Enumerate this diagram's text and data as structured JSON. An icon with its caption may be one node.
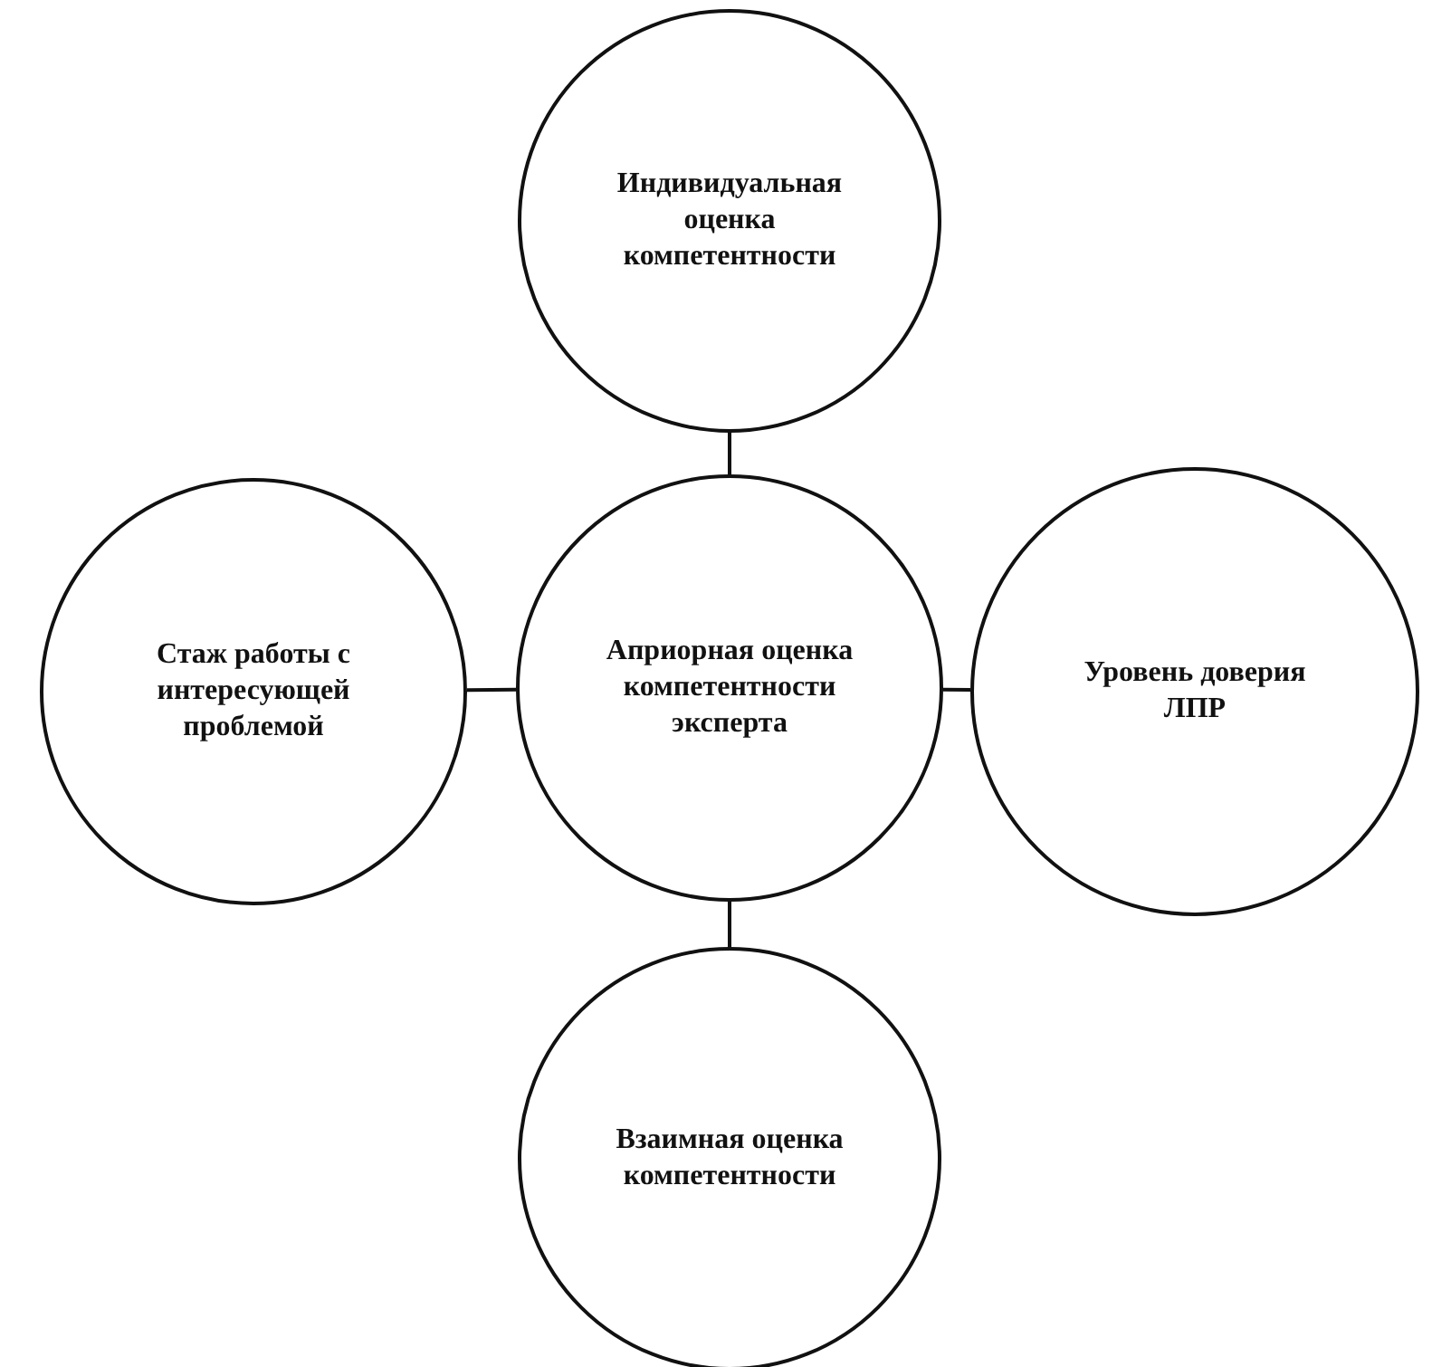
{
  "diagram": {
    "nodes": [
      {
        "text": [
          "Априорная оценка компетентности эксперта"
        ]
      },
      {
        "text": [
          "Индивидуальная оценка компетентности"
        ]
      },
      {
        "text": [
          "Стаж работы с интересующей проблемой"
        ]
      },
      {
        "text": [
          "Уровень доверия ЛПР"
        ]
      },
      {
        "text": [
          "Взаимная оценка компетентности"
        ]
      }
    ],
    "edges": [
      {
        "from": 1,
        "to": 0,
        "arrow": "none"
      },
      {
        "from": 2,
        "to": 0,
        "arrow": "none"
      },
      {
        "from": 0,
        "to": 3,
        "arrow": "none"
      },
      {
        "from": 0,
        "to": 4,
        "arrow": "none"
      }
    ]
  }
}
